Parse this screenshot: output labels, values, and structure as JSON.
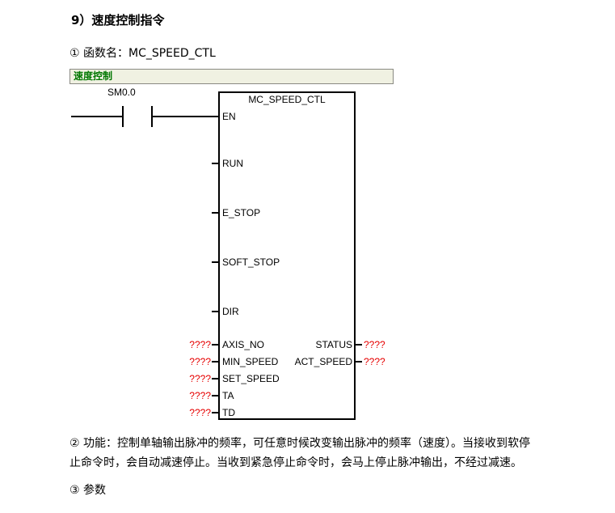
{
  "page": {
    "heading": "9）速度控制指令",
    "func_line": "① 函数名：MC_SPEED_CTL",
    "desc_line1": "② 功能：控制单轴输出脉冲的频率，可任意时候改变输出脉冲的频率（速度）。当接收到软停",
    "desc_line2": "止命令时，会自动减速停止。当收到紧急停止命令时，会马上停止脉冲输出，不经过减速。",
    "params_line": "③ 参数"
  },
  "diagram": {
    "panel_title": "速度控制",
    "contact_label": "SM0.0",
    "block_title": "MC_SPEED_CTL",
    "inputs": [
      "EN",
      "RUN",
      "E_STOP",
      "SOFT_STOP",
      "DIR",
      "AXIS_NO",
      "MIN_SPEED",
      "SET_SPEED",
      "TA",
      "TD"
    ],
    "outputs": [
      "STATUS",
      "ACT_SPEED"
    ],
    "placeholder": "????",
    "colors": {
      "placeholder_red": "#e60000",
      "panel_title_green": "#007700",
      "panel_header_bg": "#f0f1e2",
      "line_black": "#000000"
    }
  }
}
